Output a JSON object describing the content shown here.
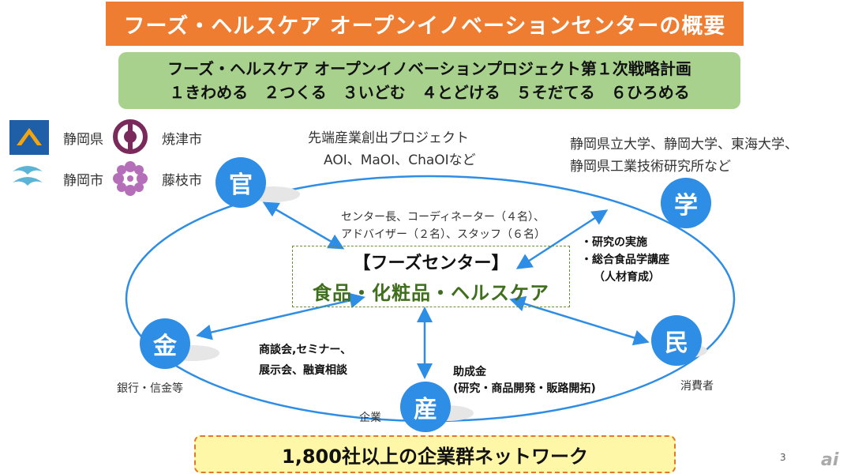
{
  "title": "フーズ・ヘルスケア オープンイノベーションセンターの概要",
  "plan": {
    "line1": "フーズ・ヘルスケア オープンイノベーションプロジェクト第１次戦略計画",
    "line2": "１きわめる　２つくる　３いどむ　４とどける　５そだてる　６ひろめる"
  },
  "logos": {
    "shizuoka_pref": "静岡県",
    "yaizu": "焼津市",
    "shizuoka_city": "静岡市",
    "fujieda": "藤枝市"
  },
  "gov_projects": {
    "line1": "先端産業創出プロジェクト",
    "line2": "AOI、MaOI、ChaOIなど"
  },
  "universities": {
    "line1": "静岡県立大学、静岡大学、東海大学、",
    "line2": "静岡県工業技術研究所など"
  },
  "nodes": {
    "gov": "官",
    "academia": "学",
    "finance": "金",
    "private": "民",
    "industry": "産"
  },
  "staff": {
    "line1": "センター長、コーディネーター（４名）、",
    "line2": "アドバイザー（２名）、スタッフ（６名）"
  },
  "research": {
    "line1": "・研究の実施",
    "line2": "・総合食品学講座",
    "line3": "（人材育成）"
  },
  "center": {
    "title": "【フーズセンター】",
    "subtitle": "食品・化粧品・ヘルスケア"
  },
  "finance_support": {
    "line1": "商談会,セミナー、",
    "line2": "展示会、融資相談"
  },
  "subsidy": {
    "line1": "助成金",
    "line2": "(研究・商品開発・販路開拓)"
  },
  "finance_label": "銀行・信金等",
  "consumer_label": "消費者",
  "company_label": "企業",
  "network": "1,800社以上の企業群ネットワーク",
  "page_number": "3",
  "brand": "ai",
  "colors": {
    "title_bg": "#ee7d31",
    "plan_bg": "#a9d18e",
    "node_blue": "#2e8de4",
    "network_bg": "#fff7a8"
  }
}
